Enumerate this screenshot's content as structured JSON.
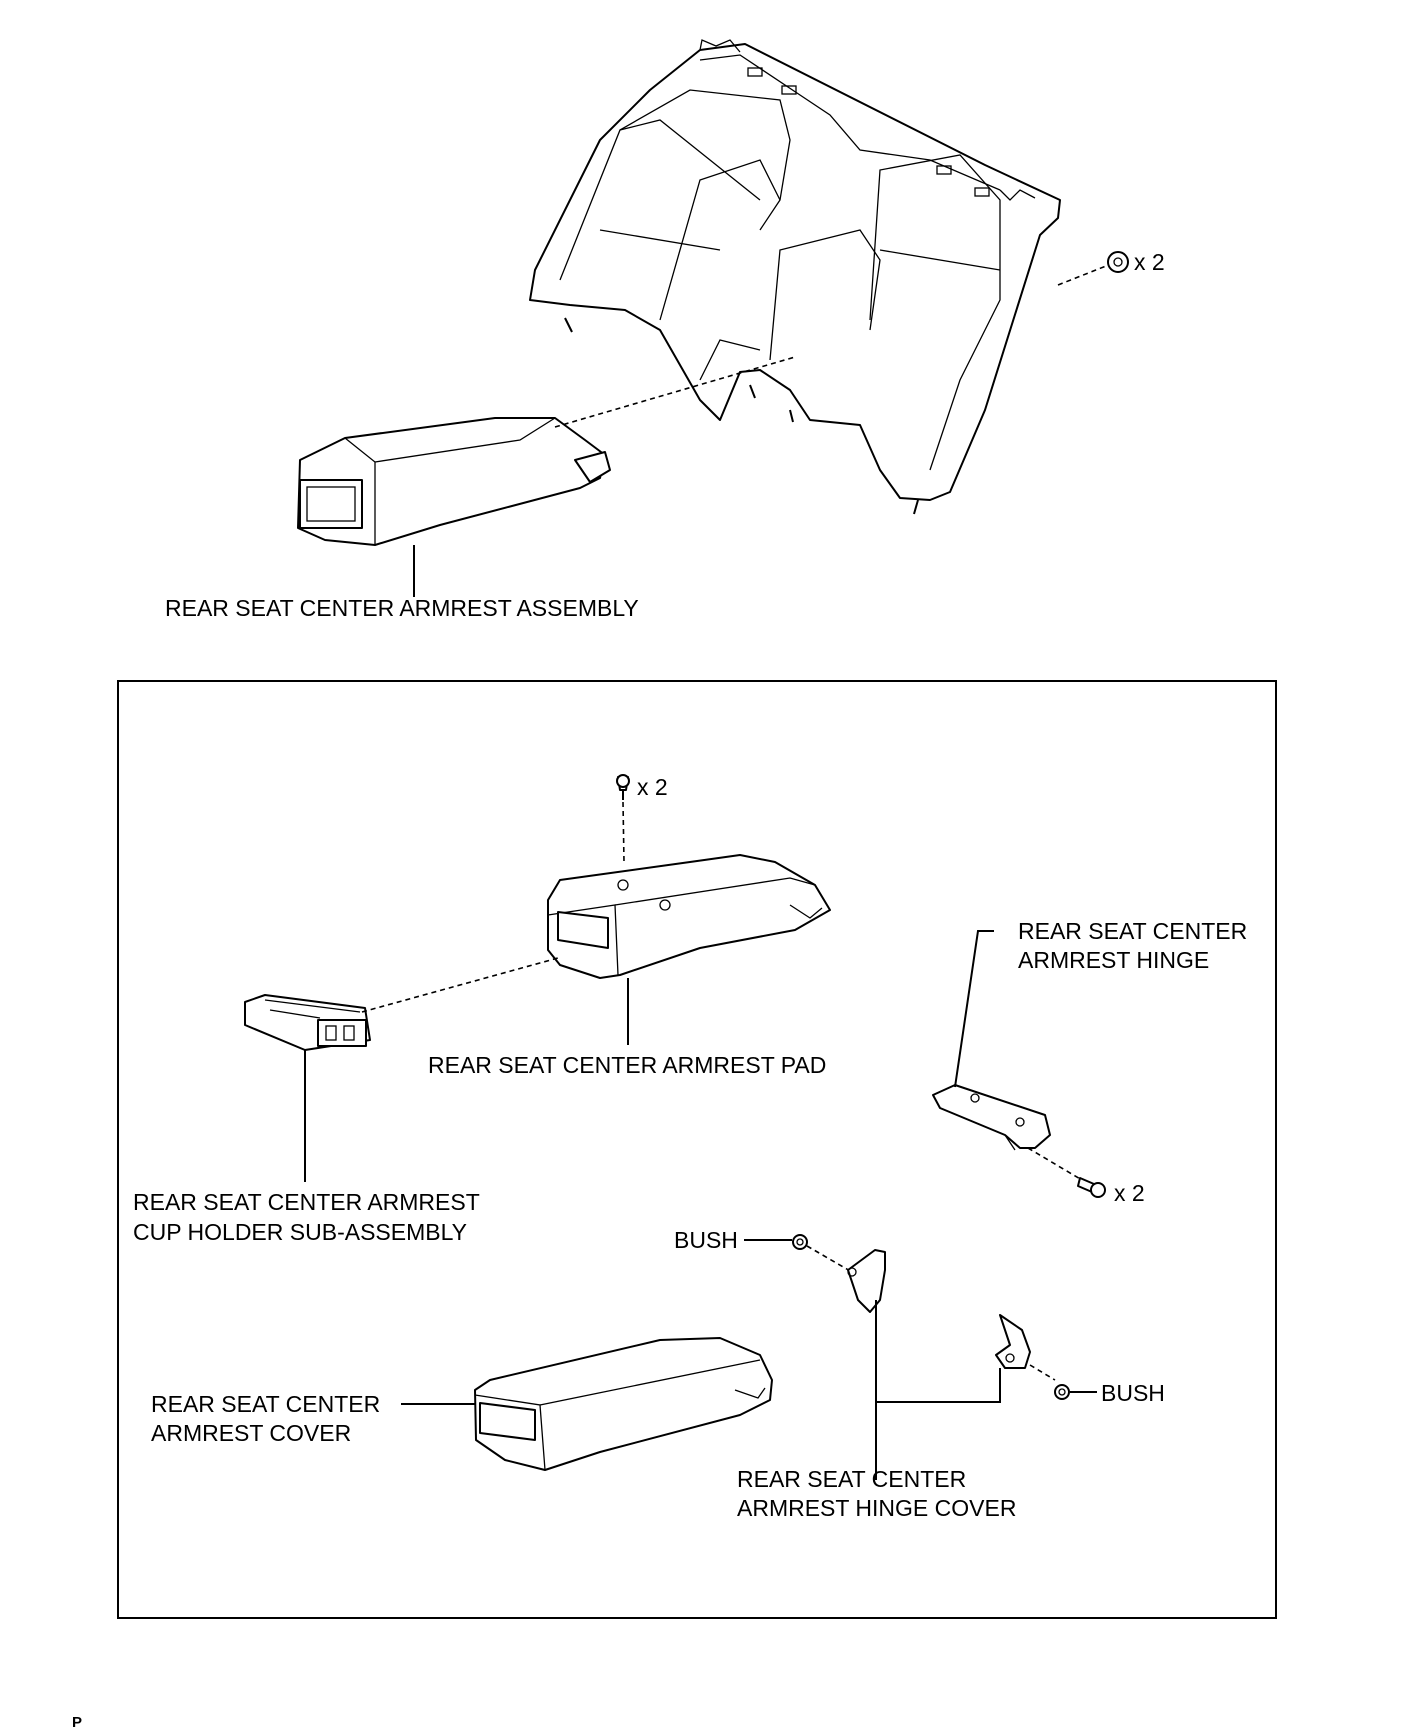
{
  "labels": {
    "armrest_assembly": "REAR SEAT CENTER ARMREST ASSEMBLY",
    "armrest_pad": "REAR SEAT CENTER ARMREST PAD",
    "hinge_line1": "REAR SEAT CENTER",
    "hinge_line2": "ARMREST HINGE",
    "cup_holder_line1": "REAR SEAT CENTER ARMREST",
    "cup_holder_line2": "CUP HOLDER SUB-ASSEMBLY",
    "bush_left": "BUSH",
    "bush_right": "BUSH",
    "cover_line1": "REAR SEAT CENTER",
    "cover_line2": "ARMREST COVER",
    "hinge_cover_line1": "REAR SEAT CENTER",
    "hinge_cover_line2": "ARMREST HINGE COVER"
  },
  "quantities": {
    "nut_top": "x 2",
    "screw_pad": "x 2",
    "screw_hinge": "x 2"
  },
  "footer": "P"
}
